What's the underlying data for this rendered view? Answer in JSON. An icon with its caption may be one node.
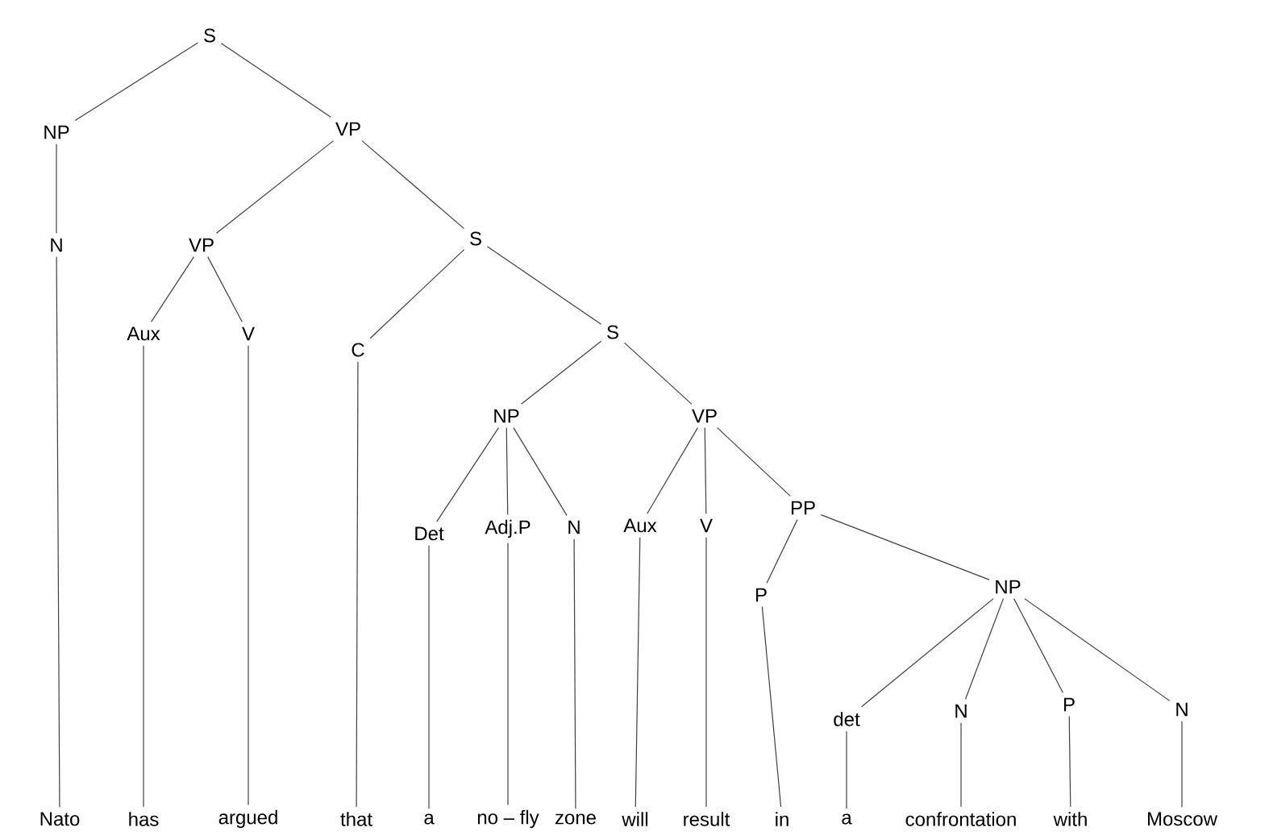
{
  "diagram": {
    "nodes": [
      {
        "text": [
          "S"
        ]
      },
      {
        "text": [
          "NP"
        ]
      },
      {
        "text": [
          "VP"
        ]
      },
      {
        "text": [
          "N"
        ]
      },
      {
        "text": [
          "VP"
        ]
      },
      {
        "text": [
          "S"
        ]
      },
      {
        "text": [
          "Aux"
        ]
      },
      {
        "text": [
          "V"
        ]
      },
      {
        "text": [
          "C"
        ]
      },
      {
        "text": [
          "S"
        ]
      },
      {
        "text": [
          "NP"
        ]
      },
      {
        "text": [
          "VP"
        ]
      },
      {
        "text": [
          "Det"
        ]
      },
      {
        "text": [
          "Adj.P"
        ]
      },
      {
        "text": [
          "N"
        ]
      },
      {
        "text": [
          "Aux"
        ]
      },
      {
        "text": [
          "V"
        ]
      },
      {
        "text": [
          "PP"
        ]
      },
      {
        "text": [
          "P"
        ]
      },
      {
        "text": [
          "NP"
        ]
      },
      {
        "text": [
          "det"
        ]
      },
      {
        "text": [
          "N"
        ]
      },
      {
        "text": [
          "P"
        ]
      },
      {
        "text": [
          "N"
        ]
      },
      {
        "text": [
          "Nato"
        ]
      },
      {
        "text": [
          "has"
        ]
      },
      {
        "text": [
          "argued"
        ]
      },
      {
        "text": [
          "that"
        ]
      },
      {
        "text": [
          "a"
        ]
      },
      {
        "text": [
          "no – fly"
        ]
      },
      {
        "text": [
          "zone"
        ]
      },
      {
        "text": [
          "will"
        ]
      },
      {
        "text": [
          "result"
        ]
      },
      {
        "text": [
          "in"
        ]
      },
      {
        "text": [
          "a"
        ]
      },
      {
        "text": [
          "confrontation"
        ]
      },
      {
        "text": [
          "with"
        ]
      },
      {
        "text": [
          "Moscow"
        ]
      }
    ],
    "edges": [
      {
        "from": 0,
        "to": 1,
        "arrow": "none"
      },
      {
        "from": 0,
        "to": 2,
        "arrow": "none"
      },
      {
        "from": 1,
        "to": 3,
        "arrow": "none"
      },
      {
        "from": 2,
        "to": 4,
        "arrow": "none"
      },
      {
        "from": 2,
        "to": 5,
        "arrow": "none"
      },
      {
        "from": 3,
        "to": 24,
        "arrow": "none"
      },
      {
        "from": 4,
        "to": 6,
        "arrow": "none"
      },
      {
        "from": 4,
        "to": 7,
        "arrow": "none"
      },
      {
        "from": 5,
        "to": 8,
        "arrow": "none"
      },
      {
        "from": 5,
        "to": 9,
        "arrow": "none"
      },
      {
        "from": 6,
        "to": 25,
        "arrow": "none"
      },
      {
        "from": 7,
        "to": 26,
        "arrow": "none"
      },
      {
        "from": 8,
        "to": 27,
        "arrow": "none"
      },
      {
        "from": 9,
        "to": 10,
        "arrow": "none"
      },
      {
        "from": 9,
        "to": 11,
        "arrow": "none"
      },
      {
        "from": 10,
        "to": 12,
        "arrow": "none"
      },
      {
        "from": 10,
        "to": 13,
        "arrow": "none"
      },
      {
        "from": 10,
        "to": 14,
        "arrow": "none"
      },
      {
        "from": 11,
        "to": 15,
        "arrow": "none"
      },
      {
        "from": 11,
        "to": 16,
        "arrow": "none"
      },
      {
        "from": 11,
        "to": 17,
        "arrow": "none"
      },
      {
        "from": 12,
        "to": 28,
        "arrow": "none"
      },
      {
        "from": 13,
        "to": 29,
        "arrow": "none"
      },
      {
        "from": 14,
        "to": 30,
        "arrow": "none"
      },
      {
        "from": 15,
        "to": 31,
        "arrow": "none"
      },
      {
        "from": 16,
        "to": 32,
        "arrow": "none"
      },
      {
        "from": 17,
        "to": 18,
        "arrow": "none"
      },
      {
        "from": 17,
        "to": 19,
        "arrow": "none"
      },
      {
        "from": 18,
        "to": 33,
        "arrow": "none"
      },
      {
        "from": 19,
        "to": 20,
        "arrow": "none"
      },
      {
        "from": 19,
        "to": 21,
        "arrow": "none"
      },
      {
        "from": 19,
        "to": 22,
        "arrow": "none"
      },
      {
        "from": 19,
        "to": 23,
        "arrow": "none"
      },
      {
        "from": 20,
        "to": 34,
        "arrow": "none"
      },
      {
        "from": 21,
        "to": 35,
        "arrow": "none"
      },
      {
        "from": 22,
        "to": 36,
        "arrow": "none"
      },
      {
        "from": 23,
        "to": 37,
        "arrow": "none"
      }
    ]
  }
}
